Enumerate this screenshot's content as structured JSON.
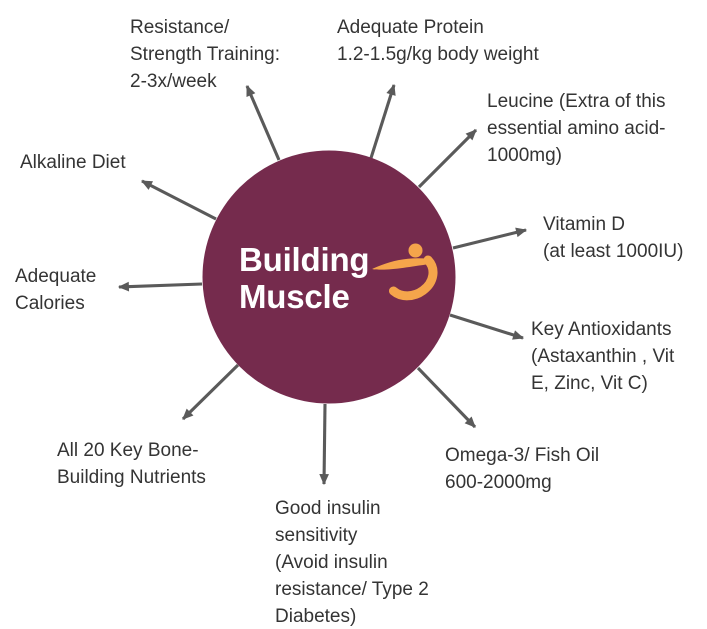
{
  "colors": {
    "hub": "#752B4D",
    "arrow": "#5A5A5A",
    "text": "#343434",
    "accent": "#F5A54B",
    "title": "#FFFFFF",
    "bg": "#FFFFFF"
  },
  "hub": {
    "title": [
      "Building",
      "Muscle"
    ],
    "icon": "active-person-icon"
  },
  "nodes": [
    {
      "id": "resistance-training",
      "label": [
        "Resistance/",
        "Strength Training:",
        "2-3x/week"
      ]
    },
    {
      "id": "adequate-protein",
      "label": [
        "Adequate Protein",
        "1.2-1.5g/kg body weight"
      ]
    },
    {
      "id": "leucine",
      "label": [
        "Leucine (Extra of this",
        "essential amino acid-",
        "1000mg)"
      ]
    },
    {
      "id": "vitamin-d",
      "label": [
        "Vitamin D",
        "(at least 1000IU)"
      ]
    },
    {
      "id": "key-antioxidants",
      "label": [
        "Key Antioxidants",
        "(Astaxanthin , Vit",
        "E, Zinc, Vit C)"
      ]
    },
    {
      "id": "omega-3-fish-oil",
      "label": [
        "Omega-3/ Fish Oil",
        "600-2000mg"
      ]
    },
    {
      "id": "insulin-sensitivity",
      "label": [
        "Good insulin",
        "sensitivity",
        "(Avoid insulin",
        "resistance/ Type 2",
        "Diabetes)"
      ]
    },
    {
      "id": "bone-building-nutrients",
      "label": [
        "All 20 Key Bone-",
        "Building Nutrients"
      ]
    },
    {
      "id": "adequate-calories",
      "label": [
        "Adequate",
        "Calories"
      ]
    },
    {
      "id": "alkaline-diet",
      "label": [
        "Alkaline Diet"
      ]
    }
  ]
}
